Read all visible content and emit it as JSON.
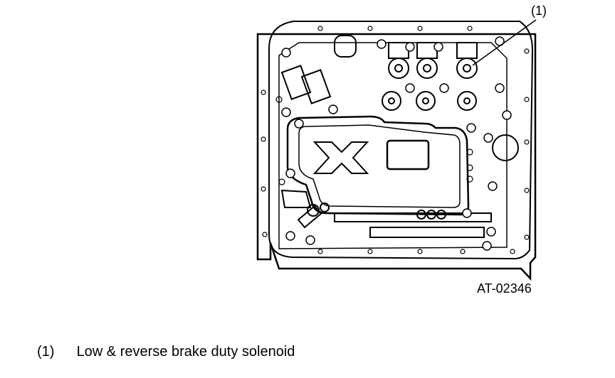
{
  "figure": {
    "callout": "(1)",
    "figure_code": "AT-02346"
  },
  "legend": [
    {
      "number": "(1)",
      "text": "Low & reverse brake duty solenoid"
    }
  ]
}
